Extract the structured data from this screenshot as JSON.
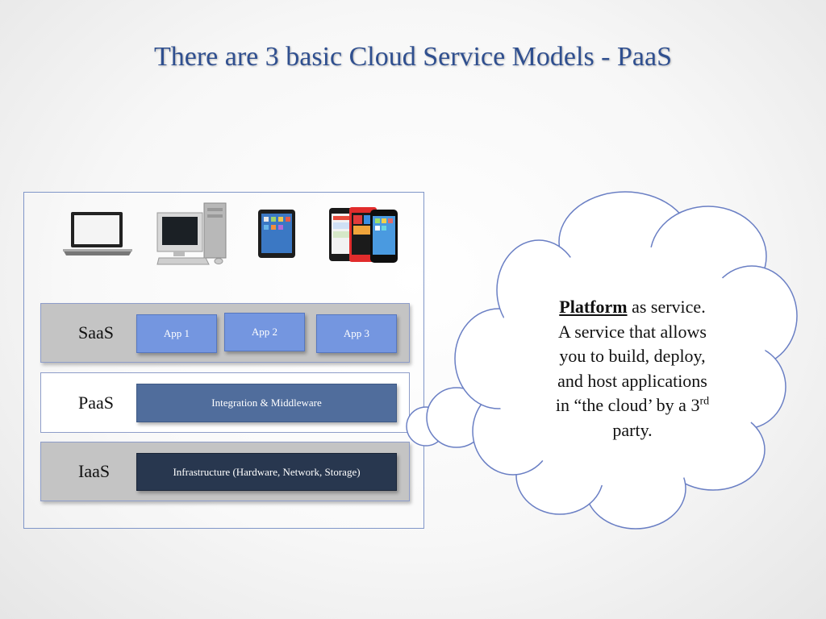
{
  "slide": {
    "title": "There are 3 basic Cloud Service Models - PaaS"
  },
  "devices": [
    {
      "name": "laptop-icon"
    },
    {
      "name": "desktop-computer-icon"
    },
    {
      "name": "tablet-icon"
    },
    {
      "name": "smartphones-icon"
    }
  ],
  "layers": {
    "saas": {
      "label": "SaaS",
      "apps": [
        "App 1",
        "App 2",
        "App 3"
      ]
    },
    "paas": {
      "label": "PaaS",
      "box": "Integration & Middleware"
    },
    "iaas": {
      "label": "IaaS",
      "box": "Infrastructure (Hardware, Network, Storage)"
    }
  },
  "callout": {
    "term": "Platform",
    "line1_rest": " as service.",
    "line2": "A service that allows",
    "line3": "you to build, deploy,",
    "line4": "and host applications",
    "line5_pre": "in “the cloud’ by a 3",
    "line5_sup": "rd",
    "line6": "party."
  },
  "colors": {
    "title": "#2f4f8f",
    "frame_border": "#8096c8",
    "app_box": "#7496e0",
    "middleware_box": "#506d9c",
    "infrastructure_box": "#28374f",
    "cloud_outline": "#6a7fc4"
  }
}
